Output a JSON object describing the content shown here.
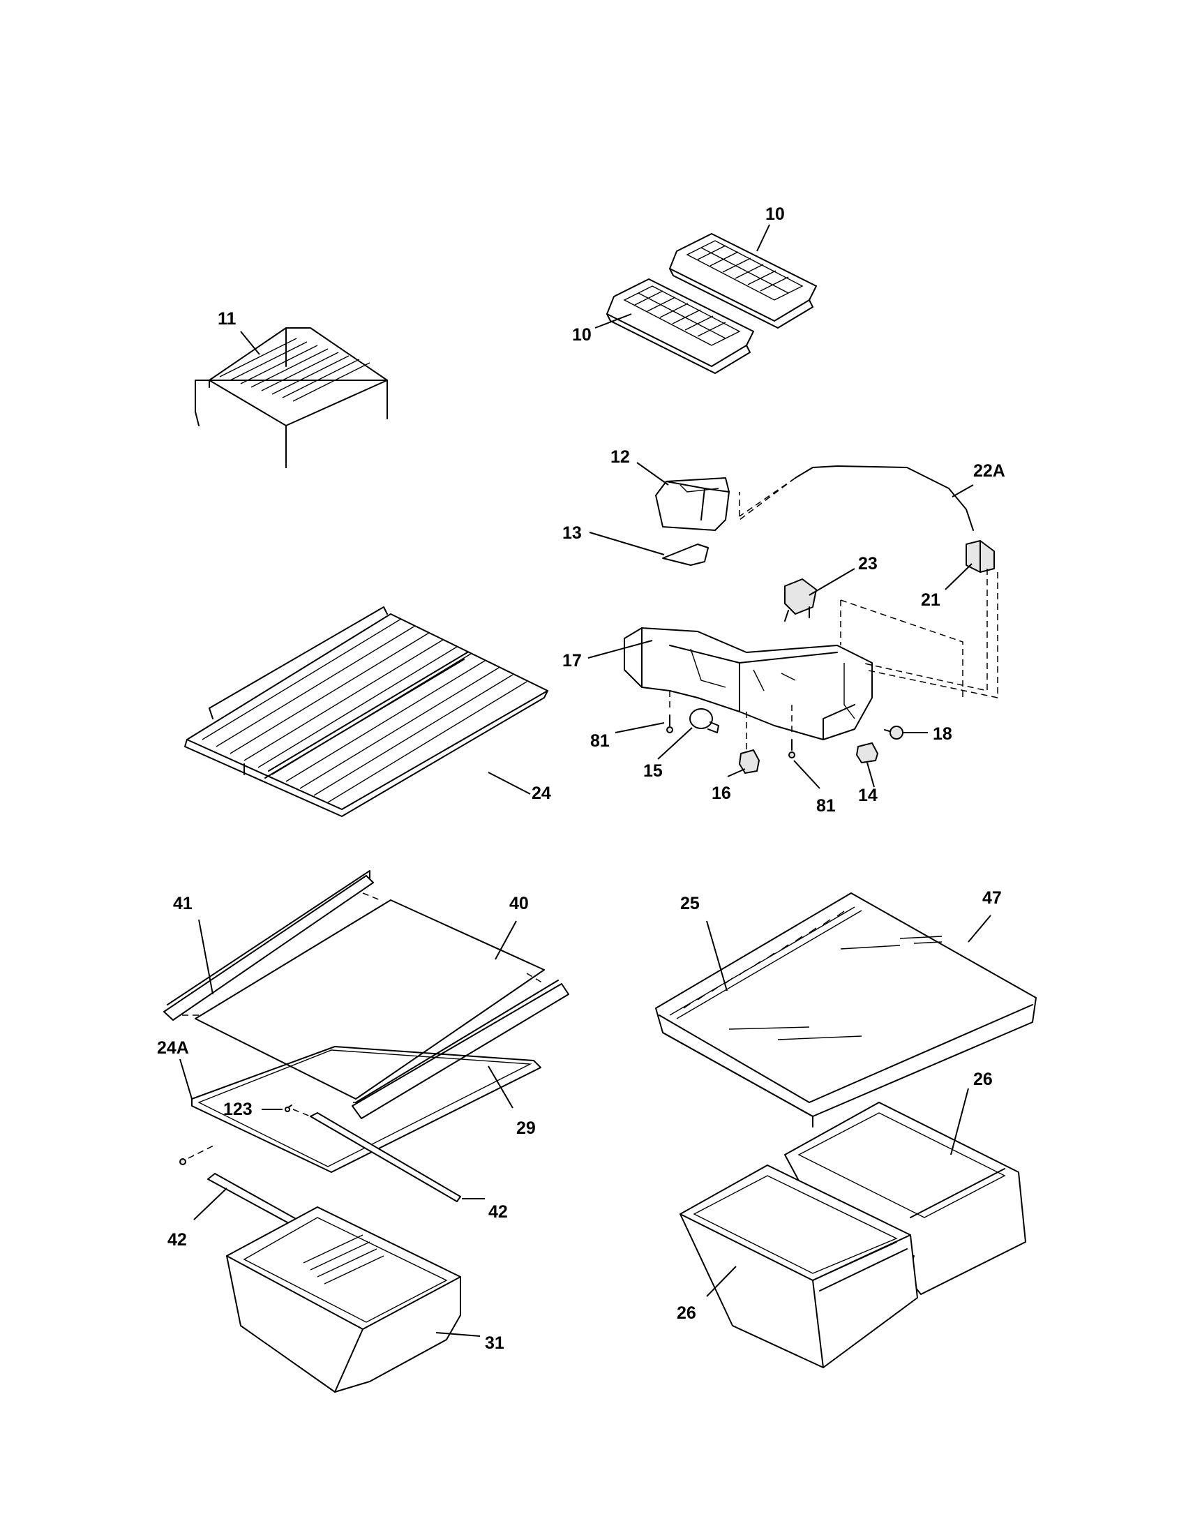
{
  "callouts": [
    {
      "id": "c10a",
      "text": "10"
    },
    {
      "id": "c10b",
      "text": "10"
    },
    {
      "id": "c11",
      "text": "11"
    },
    {
      "id": "c12",
      "text": "12"
    },
    {
      "id": "c13",
      "text": "13"
    },
    {
      "id": "c22A",
      "text": "22A"
    },
    {
      "id": "c23",
      "text": "23"
    },
    {
      "id": "c21",
      "text": "21"
    },
    {
      "id": "c17",
      "text": "17"
    },
    {
      "id": "c81a",
      "text": "81"
    },
    {
      "id": "c24",
      "text": "24"
    },
    {
      "id": "c15",
      "text": "15"
    },
    {
      "id": "c16",
      "text": "16"
    },
    {
      "id": "c81b",
      "text": "81"
    },
    {
      "id": "c14",
      "text": "14"
    },
    {
      "id": "c18",
      "text": "18"
    },
    {
      "id": "c41",
      "text": "41"
    },
    {
      "id": "c40",
      "text": "40"
    },
    {
      "id": "c25",
      "text": "25"
    },
    {
      "id": "c47",
      "text": "47"
    },
    {
      "id": "c24A",
      "text": "24A"
    },
    {
      "id": "c123",
      "text": "123"
    },
    {
      "id": "c29",
      "text": "29"
    },
    {
      "id": "c26a",
      "text": "26"
    },
    {
      "id": "c42a",
      "text": "42"
    },
    {
      "id": "c42b",
      "text": "42"
    },
    {
      "id": "c31",
      "text": "31"
    },
    {
      "id": "c26b",
      "text": "26"
    }
  ]
}
